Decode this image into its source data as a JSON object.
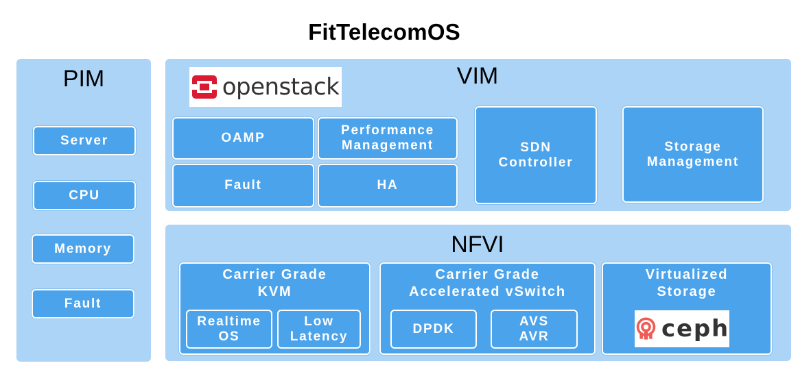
{
  "title": "FitTelecomOS",
  "pim": {
    "title": "PIM",
    "items": [
      {
        "label": "Server"
      },
      {
        "label": "CPU"
      },
      {
        "label": "Memory"
      },
      {
        "label": "Fault"
      }
    ]
  },
  "vim": {
    "title": "VIM",
    "logo": {
      "name": "openstack-logo",
      "text": "openstack",
      "mark_color": "#da1a32"
    },
    "items": [
      {
        "label": "OAMP"
      },
      {
        "label": "Performance\nManagement"
      },
      {
        "label": "Fault"
      },
      {
        "label": "HA"
      },
      {
        "label": "SDN\nController"
      },
      {
        "label": "Storage\nManagement"
      }
    ]
  },
  "nfvi": {
    "title": "NFVI",
    "groups": [
      {
        "label": "Carrier Grade\nKVM",
        "items": [
          {
            "label": "Realtime\nOS"
          },
          {
            "label": "Low\nLatency"
          }
        ]
      },
      {
        "label": "Carrier Grade\nAccelerated vSwitch",
        "items": [
          {
            "label": "DPDK"
          },
          {
            "label": "AVS\nAVR"
          }
        ]
      },
      {
        "label": "Virtualized\nStorage",
        "logo": {
          "name": "ceph-logo",
          "text": "ceph",
          "mark_color": "#ef5c55"
        }
      }
    ]
  },
  "colors": {
    "panel": "#acd4f6",
    "box": "#4ba3ec",
    "box_border": "#ffffff",
    "text_light": "#ffffff",
    "text_dark": "#000000"
  }
}
